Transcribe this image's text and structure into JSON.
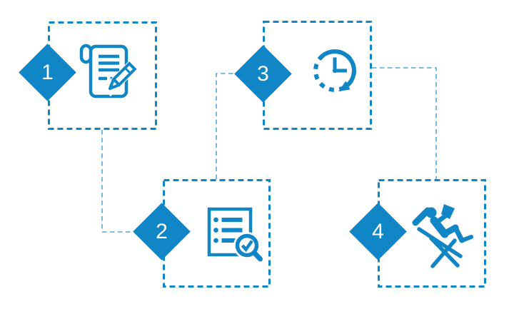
{
  "diagram": {
    "type": "process-flow",
    "background": "#ffffff",
    "colors": {
      "primary_blue": "#1186c7",
      "connector_blue": "#2e95cf",
      "number_text": "#ffffff"
    },
    "steps": [
      {
        "number": "1",
        "icon": "document-pencil-icon"
      },
      {
        "number": "2",
        "icon": "checklist-magnifier-icon"
      },
      {
        "number": "3",
        "icon": "clock-history-icon"
      },
      {
        "number": "4",
        "icon": "relax-deckchair-icon"
      }
    ],
    "connections": [
      {
        "from": "1",
        "to": "2"
      },
      {
        "from": "2",
        "to": "3"
      },
      {
        "from": "3",
        "to": "4"
      }
    ]
  }
}
